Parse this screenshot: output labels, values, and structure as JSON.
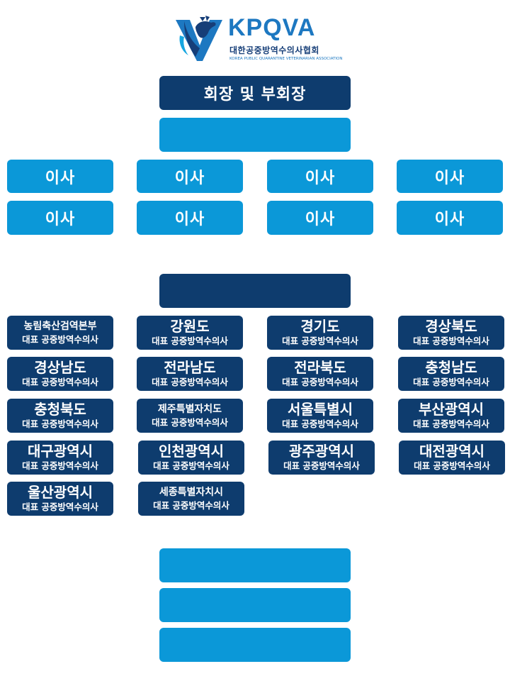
{
  "logo": {
    "title": "KPQVA",
    "subtitle_ko": "대한공중방역수의사협회",
    "subtitle_en": "KOREA PUBLIC QUARANTINE VETERINARIAN ASSOCIATION",
    "icon": "ox-v-shield-icon"
  },
  "leadership": {
    "label": "회장 및 부회장",
    "second_box_label": ""
  },
  "directors": [
    "이사",
    "이사",
    "이사",
    "이사",
    "이사",
    "이사",
    "이사",
    "이사"
  ],
  "regions_header": {
    "label": ""
  },
  "regions": [
    {
      "name": "농림축산검역본부",
      "desc": "대표 공중방역수의사"
    },
    {
      "name": "강원도",
      "desc": "대표 공중방역수의사"
    },
    {
      "name": "경기도",
      "desc": "대표 공중방역수의사"
    },
    {
      "name": "경상북도",
      "desc": "대표 공중방역수의사"
    },
    {
      "name": "경상남도",
      "desc": "대표 공중방역수의사"
    },
    {
      "name": "전라남도",
      "desc": "대표 공중방역수의사"
    },
    {
      "name": "전라북도",
      "desc": "대표 공중방역수의사"
    },
    {
      "name": "충청남도",
      "desc": "대표 공중방역수의사"
    },
    {
      "name": "충청북도",
      "desc": "대표 공중방역수의사"
    },
    {
      "name": "제주특별자치도",
      "desc": "대표 공중방역수의사"
    },
    {
      "name": "서울특별시",
      "desc": "대표 공중방역수의사"
    },
    {
      "name": "부산광역시",
      "desc": "대표 공중방역수의사"
    },
    {
      "name": "대구광역시",
      "desc": "대표 공중방역수의사"
    },
    {
      "name": "인천광역시",
      "desc": "대표 공중방역수의사"
    },
    {
      "name": "광주광역시",
      "desc": "대표 공중방역수의사"
    },
    {
      "name": "대전광역시",
      "desc": "대표 공중방역수의사"
    },
    {
      "name": "울산광역시",
      "desc": "대표 공중방역수의사"
    },
    {
      "name": "세종특별자치시",
      "desc": "대표 공중방역수의사"
    }
  ],
  "bottom_boxes": [
    "",
    "",
    ""
  ],
  "colors": {
    "light_blue": "#0b98d8",
    "navy": "#0e3c6e",
    "logo_blue": "#1d78c1"
  }
}
